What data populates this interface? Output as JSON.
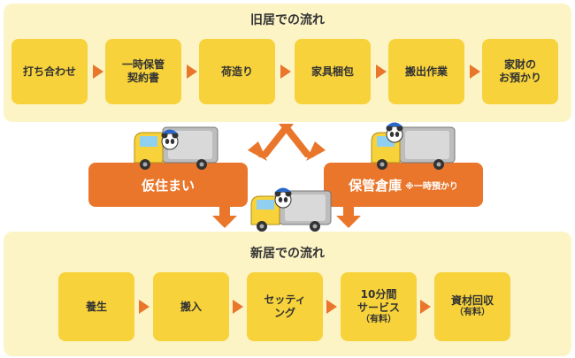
{
  "old_residence": {
    "title": "旧居での流れ",
    "steps": [
      {
        "lines": [
          "打ち合わせ"
        ]
      },
      {
        "lines": [
          "一時保管",
          "契約書"
        ]
      },
      {
        "lines": [
          "荷造り"
        ]
      },
      {
        "lines": [
          "家具梱包"
        ]
      },
      {
        "lines": [
          "搬出作業"
        ]
      },
      {
        "lines": [
          "家財の",
          "お預かり"
        ]
      }
    ]
  },
  "branches": {
    "temporary": {
      "label": "仮住まい"
    },
    "storage": {
      "label": "保管倉庫",
      "note": "※一時預かり"
    }
  },
  "new_residence": {
    "title": "新居での流れ",
    "steps": [
      {
        "lines": [
          "養生"
        ]
      },
      {
        "lines": [
          "搬入"
        ]
      },
      {
        "lines": [
          "セッティ",
          "ング"
        ]
      },
      {
        "lines": [
          "10分間",
          "サービス"
        ],
        "sub": "（有料）"
      },
      {
        "lines": [
          "資材回収"
        ],
        "sub": "（有料）"
      }
    ]
  },
  "colors": {
    "panel": "#fdf4c6",
    "step": "#f7d23a",
    "accent": "#e9762b",
    "text": "#333333"
  },
  "icons": [
    "panda-truck-icon",
    "panda-truck-icon",
    "panda-truck-icon"
  ]
}
